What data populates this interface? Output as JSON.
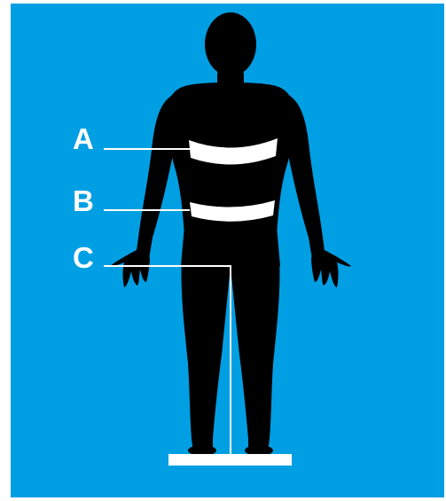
{
  "colors": {
    "background": "#009fe3",
    "silhouette": "#000000",
    "marker": "#ffffff"
  },
  "labels": {
    "a": "A",
    "b": "B",
    "c": "C"
  },
  "icons": {
    "figure": "human-silhouette-icon"
  }
}
